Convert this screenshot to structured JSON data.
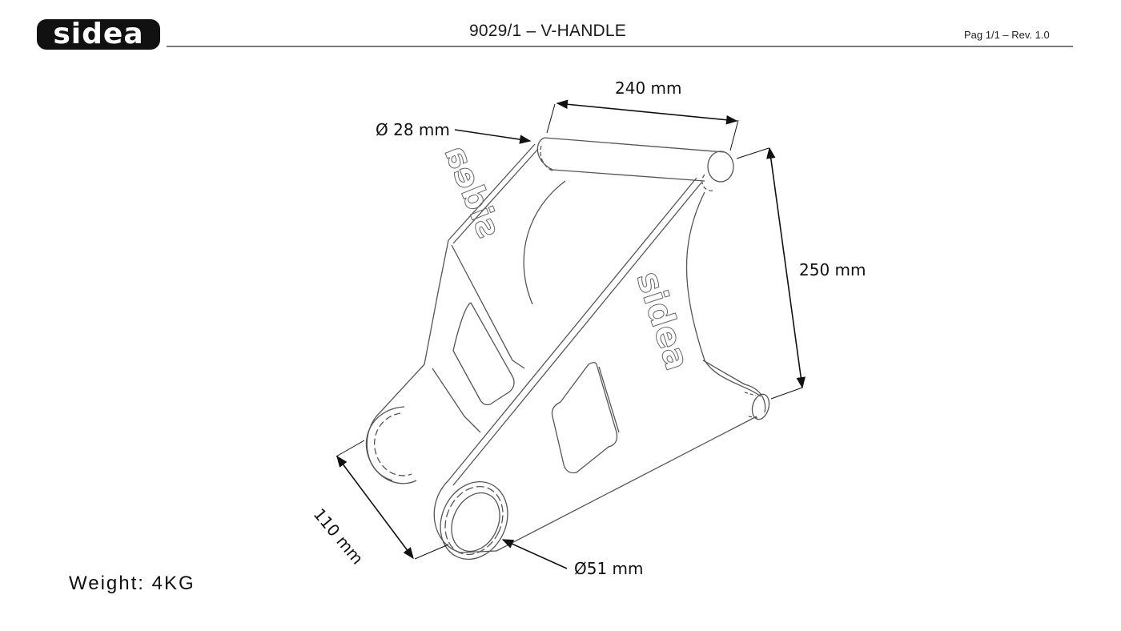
{
  "header": {
    "logo_text": "sidea",
    "title": "9029/1 – V-HANDLE",
    "page_revision": "Pag 1/1 – Rev. 1.0"
  },
  "drawing": {
    "subject": "V-handle isometric line drawing",
    "engraved_text": [
      "sidea",
      "sidea"
    ],
    "dimensions": {
      "bar_length": "240 mm",
      "bar_diameter": "Ø 28 mm",
      "height": "250 mm",
      "sleeve_length": "110 mm",
      "sleeve_diameter": "Ø51 mm"
    }
  },
  "footer": {
    "weight": "Weight: 4KG"
  },
  "colors": {
    "line": "#555555",
    "dimension_line": "#111111",
    "header_rule": "#7a7a7a",
    "logo_fill": "#111111"
  }
}
